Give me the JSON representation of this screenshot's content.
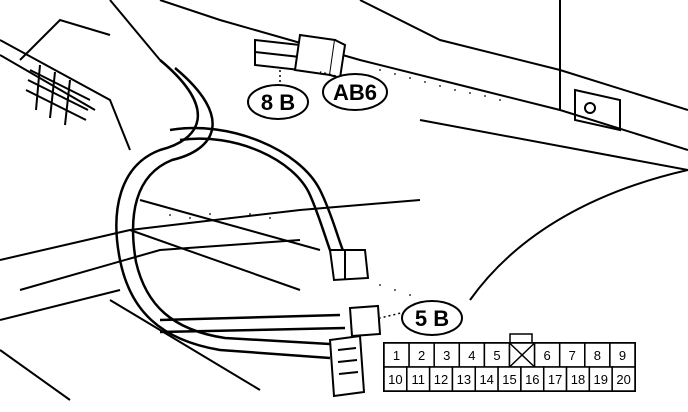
{
  "callouts": {
    "connector_8b": "8 B",
    "connector_ab6": "AB6",
    "connector_5b": "5 B"
  },
  "connector_pinout": {
    "row1": [
      "1",
      "2",
      "3",
      "4",
      "5",
      "",
      "6",
      "7",
      "8",
      "9"
    ],
    "row2": [
      "10",
      "11",
      "12",
      "13",
      "14",
      "15",
      "16",
      "17",
      "18",
      "19",
      "20"
    ]
  }
}
